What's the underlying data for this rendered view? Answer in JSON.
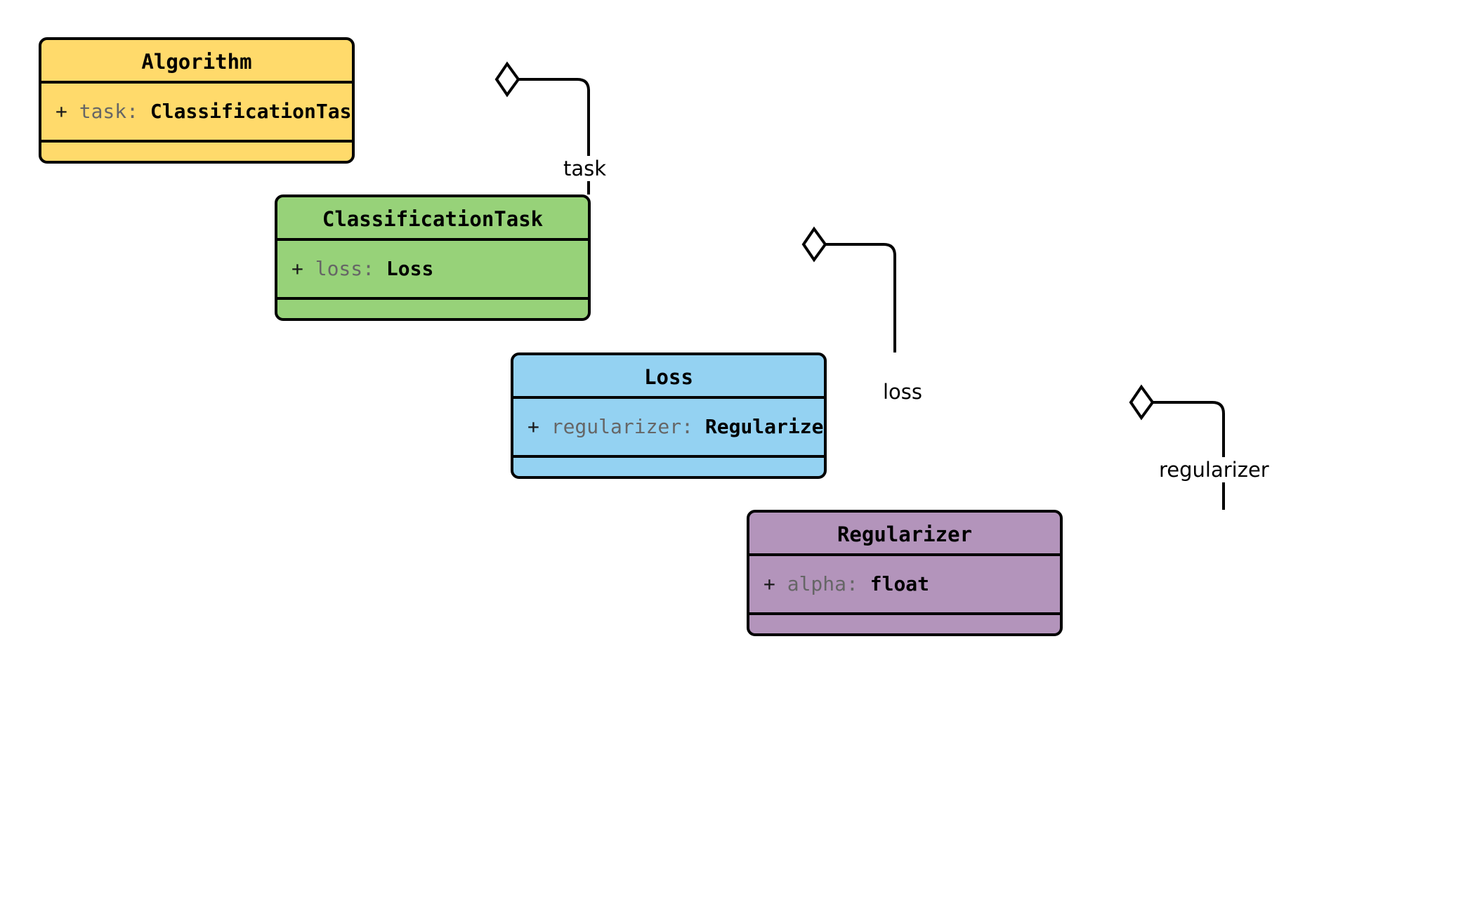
{
  "diagram": {
    "type": "uml-class-diagram",
    "background": "#ffffff",
    "line_color": "#000000",
    "classes": [
      {
        "id": "algorithm",
        "name": "Algorithm",
        "fill": "#ffda6b",
        "attribute": {
          "visibility": "+",
          "name": "task",
          "separator": ":",
          "type": "ClassificationTask"
        },
        "methods": []
      },
      {
        "id": "classification-task",
        "name": "ClassificationTask",
        "fill": "#97d279",
        "attribute": {
          "visibility": "+",
          "name": "loss",
          "separator": ":",
          "type": "Loss"
        },
        "methods": []
      },
      {
        "id": "loss",
        "name": "Loss",
        "fill": "#94d2f2",
        "attribute": {
          "visibility": "+",
          "name": "regularizer",
          "separator": ":",
          "type": "Regularizer"
        },
        "methods": []
      },
      {
        "id": "regularizer",
        "name": "Regularizer",
        "fill": "#b394bb",
        "attribute": {
          "visibility": "+",
          "name": "alpha",
          "separator": ":",
          "type": "float"
        },
        "methods": []
      }
    ],
    "relations": [
      {
        "id": "rel-task",
        "kind": "aggregation",
        "from": "algorithm",
        "to": "classification-task",
        "label": "task"
      },
      {
        "id": "rel-loss",
        "kind": "aggregation",
        "from": "classification-task",
        "to": "loss",
        "label": "loss"
      },
      {
        "id": "rel-regularizer",
        "kind": "aggregation",
        "from": "loss",
        "to": "regularizer",
        "label": "regularizer"
      }
    ]
  }
}
